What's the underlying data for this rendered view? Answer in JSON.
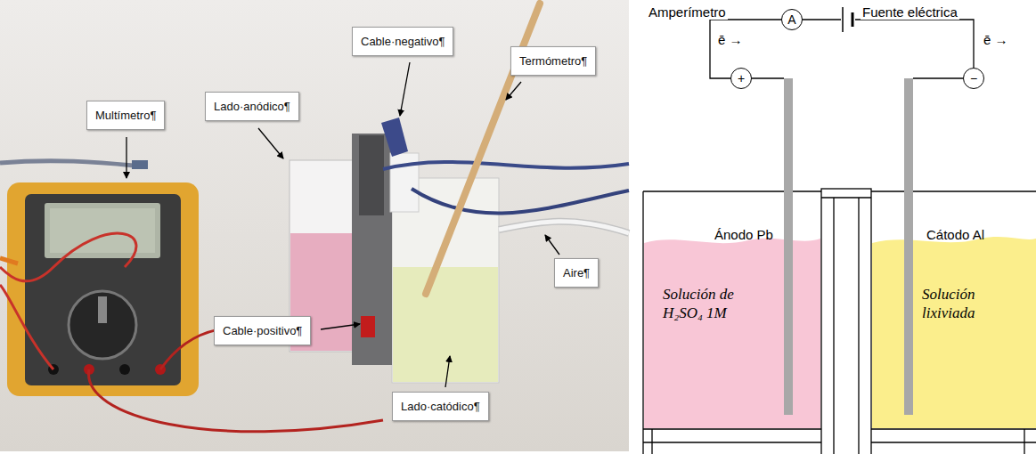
{
  "diagram": {
    "nodes": [
      {
        "text": [
          "Multímetro¶"
        ]
      },
      {
        "text": [
          "Lado·anódico¶"
        ]
      },
      {
        "text": [
          "Cable·negativo¶"
        ]
      },
      {
        "text": [
          "Termómetro¶"
        ]
      },
      {
        "text": [
          "Aire¶"
        ]
      },
      {
        "text": [
          "Cable·positivo¶"
        ]
      },
      {
        "text": [
          "Lado·catódico¶"
        ]
      },
      {
        "text": [
          "A"
        ]
      },
      {
        "text": [
          "+"
        ]
      },
      {
        "text": [
          "−"
        ]
      },
      {
        "text": [
          "Ánodo Pb",
          "Solución de H₂SO₄ 1M"
        ]
      },
      {
        "text": [
          "Cátodo Al",
          "Solución lixiviada"
        ]
      }
    ],
    "edges": [
      {
        "from": 8,
        "to": 7,
        "arrow": "none"
      },
      {
        "from": 7,
        "to": 9,
        "arrow": "none"
      }
    ],
    "labels": [
      "Amperímetro",
      "Fuente eléctrica",
      "ē →",
      "ē →"
    ]
  }
}
